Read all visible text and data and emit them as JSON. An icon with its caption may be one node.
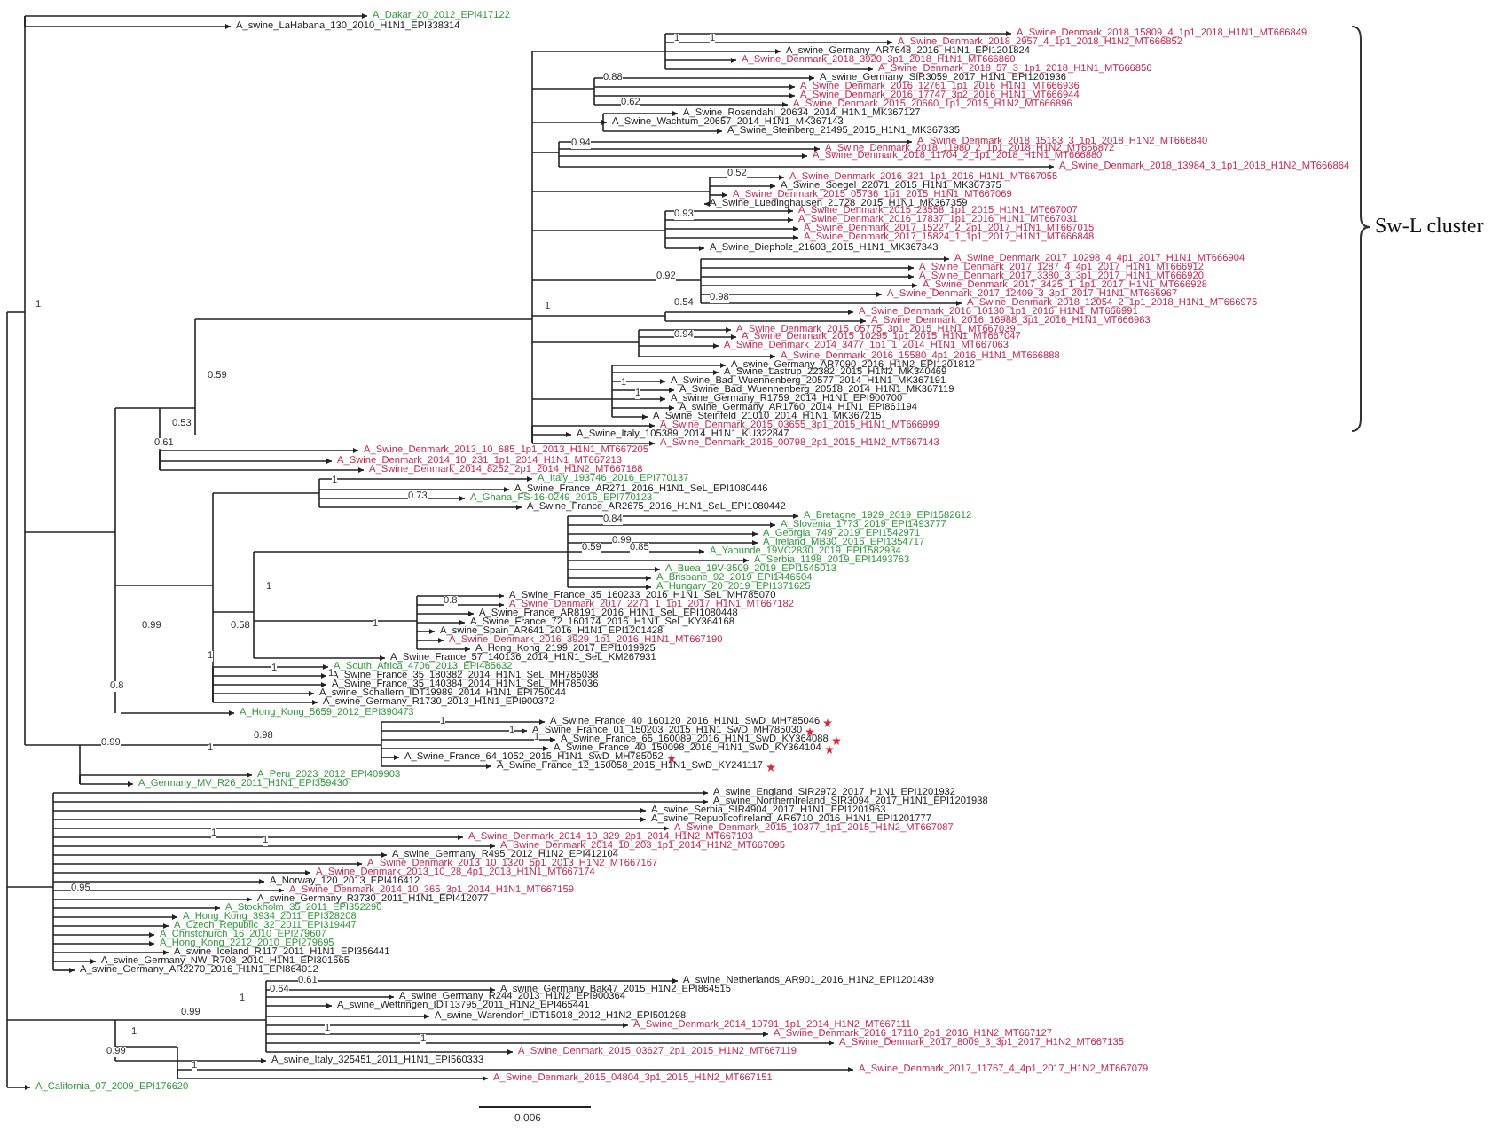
{
  "diagram": {
    "labels": [
      "A_Dakar_20_2012_EPI417122",
      "A_swine_LaHabana_130_2010_H1N1_EPI338314",
      "A_Swine_Denmark_2018_15809_4_1p1_2018_H1N1_MT666849",
      "A_Swine_Denmark_2018_2957_4_1p1_2018_H1N2_MT666852",
      "A_swine_Germany_AR7648_2016_H1N1_EPI1201824",
      "A_Swine_Denmark_2018_3920_3p1_2018_H1N1_MT666860",
      "A_Swine_Denmark_2018_57_3_1p1_2018_H1N1_MT666856",
      "A_swine_Germany_SIR3059_2017_H1N1_EPI1201936",
      "A_Swine_Denmark_2016_12761_1p1_2016_H1N1_MT666936",
      "A_Swine_Denmark_2016_17747_3p2_2016_H1N1_MT666944",
      "A_Swine_Denmark_2015_20660_1p1_2015_H1N2_MT666896",
      "A_Swine_Rosendahl_20634_2014_H1N1_MK367127",
      "A_Swine_Wachtum_20657_2014_H1N1_MK367143",
      "A_Swine_Steinberg_21495_2015_H1N1_MK367335",
      "A_Swine_Denmark_2018_15183_3_1p1_2018_H1N2_MT666840",
      "A_Swine_Denmark_2018_11980_2_1p1_2018_H1N2_MT666872",
      "A_Swine_Denmark_2018_11704_2_1p1_2018_H1N1_MT666880",
      "A_Swine_Denmark_2018_13984_3_1p1_2018_H1N2_MT666864",
      "A_Swine_Denmark_2016_321_1p1_2016_H1N1_MT667055",
      "A_Swine_Soegel_22071_2015_H1N1_MK367375",
      "A_Swine_Denmark_2015_05736_1p1_2015_H1N1_MT667069",
      "A_Swine_Luedinghausen_21728_2015_H1N1_MK367359",
      "A_Swine_Denmark_2015_23558_1p1_2015_H1N1_MT667007",
      "A_Swine_Denmark_2016_17837_1p1_2016_H1N1_MT667031",
      "A_Swine_Denmark_2017_15227_2_2p1_2017_H1N1_MT667015",
      "A_Swine_Denmark_2017_15824_1_1p1_2017_H1N1_MT666848",
      "A_Swine_Diepholz_21603_2015_H1N1_MK367343",
      "A_Swine_Denmark_2017_10298_4_4p1_2017_H1N1_MT666904",
      "A_Swine_Denmark_2017_1287_4_4p1_2017_H1N1_MT666912",
      "A_Swine_Denmark_2017_3380_3_3p1_2017_H1N1_MT666920",
      "A_Swine_Denmark_2017_3425_1_1p1_2017_H1N1_MT666928",
      "A_Swine_Denmark_2017_12409_3_3p1_2017_H1N1_MT666967",
      "A_Swine_Denmark_2018_12054_2_1p1_2018_H1N1_MT666975",
      "A_Swine_Denmark_2016_10130_1p1_2016_H1N1_MT666991",
      "A_Swine_Denmark_2016_16988_3p1_2016_H1N1_MT666983",
      "A_Swine_Denmark_2015_05775_3p1_2015_H1N1_MT667039",
      "A_Swine_Denmark_2015_10295_1p1_2015_H1N1_MT667047",
      "A_Swine_Denmark_2014_3477_1p1_1_2014_H1N1_MT667063",
      "A_Swine_Denmark_2016_15580_4p1_2016_H1N1_MT666888",
      "A_swine_Germany_AR7090_2016_H1N2_EPI1201812",
      "A_Swine_Lastrup_22382_2015_H1N2_MK340469",
      "A_Swine_Bad_Wuennenberg_20577_2014_H1N1_MK367191",
      "A_Swine_Bad_Wuennenberg_20518_2014_H1N1_MK367119",
      "A_swine_Germany_R1759_2014_H1N1_EPI900700",
      "A_swine_Germany_AR1760_2014_H1N1_EPI861194",
      "A_Swine_Steinfeld_21010_2014_H1N1_MK367215",
      "A_Swine_Denmark_2015_03655_3p1_2015_H1N1_MT666999",
      "A_Swine_Italy_105389_2014_H1N1_KU322847",
      "A_Swine_Denmark_2015_00798_2p1_2015_H1N2_MT667143",
      "A_Swine_Denmark_2013_10_685_1p1_2013_H1N1_MT667205",
      "A_Swine_Denmark_2014_10_231_1p1_2014_H1N1_MT667213",
      "A_Swine_Denmark_2014_8252_2p1_2014_H1N2_MT667168",
      "A_Italy_193746_2016_EPI770137",
      "A_Swine_France_AR271_2016_H1N1_SeL_EPI1080446",
      "A_Ghana_FS-16-0249_2016_EPI770123",
      "A_Swine_France_AR2675_2016_H1N1_SeL_EPI1080442",
      "A_Bretagne_1929_2019_EPI1582612",
      "A_Slovenia_1773_2019_EPI1493777",
      "A_Georgia_749_2019_EPI1542971",
      "A_Ireland_MB30_2016_EPI1354717",
      "A_Yaounde_19VC2830_2019_EPI1582934",
      "A_Serbia_1198_2019_EPI1493763",
      "A_Buea_19V-3509_2019_EPI1545013",
      "A_Brisbane_92_2019_EPI1446504",
      "A_Hungary_20_2019_EPI1371625",
      "A_Swine_France_35_160233_2016_H1N1_SeL_MH785070",
      "A_Swine_Denmark_2017_2271_1_1p1_2017_H1N1_MT667182",
      "A_Swine_France_AR8191_2016_H1N1_SeL_EPI1080448",
      "A_Swine_France_72_160174_2016_H1N1_SeL_KY364168",
      "A_swine_Spain_AR641_2016_H1N1_EPI1201428",
      "A_Swine_Denmark_2016_3929_1p1_2016_H1N1_MT667190",
      "A_Hong_Kong_2199_2017_EPI1019925",
      "A_Swine_France_57_140136_2014_H1N1_SeL_KM267931",
      "A_South_Africa_4706_2013_EPI485632",
      "A_Swine_France_35_180382_2014_H1N1_SeL_MH785038",
      "A_Swine_France_35_140384_2014_H1N1_SeL_MH785036",
      "A_swine_Schallern_IDT19989_2014_H1N1_EPI750044",
      "A_swine_Germany_R1730_2013_H1N1_EPI900372",
      "A_Hong_Kong_5659_2012_EPI390473",
      "A_Swine_France_40_160120_2016_H1N1_SwD_MH785046",
      "A_Swine_France_01_150203_2015_H1N1_SwD_MH785030",
      "A_Swine_France_65_160089_2016_H1N1_SwD_KY364088",
      "A_Swine_France_40_150098_2016_H1N1_SwD_KY364104",
      "A_Swine_France_64_1052_2015_H1N1_SwD_MH785052",
      "A_Swine_France_12_150058_2015_H1N1_SwD_KY241117",
      "A_Peru_2023_2012_EPI409903",
      "A_Germany_MV_R26_2011_H1N1_EPI359430",
      "A_swine_England_SIR2972_2017_H1N1_EPI1201932",
      "A_swine_NorthernIreland_SIR3094_2017_H1N1_EPI1201938",
      "A_swine_Serbia_SIR4904_2017_H1N1_EPI1201963",
      "A_swine_RepublicofIreland_AR6710_2016_H1N1_EPI1201777",
      "A_Swine_Denmark_2015_10377_1p1_2015_H1N2_MT667087",
      "A_Swine_Denmark_2014_10_329_2p1_2014_H1N2_MT667103",
      "A_Swine_Denmark_2014_10_203_1p1_2014_H1N2_MT667095",
      "A_swine_Germany_R495_2012_H1N2_EPI412104",
      "A_Swine_Denmark_2013_10_1320_5p1_2013_H1N2_MT667167",
      "A_Swine_Denmark_2013_10_28_4p1_2013_H1N1_MT667174",
      "A_Norway_120_2013_EPI416412",
      "A_Swine_Denmark_2014_10_365_3p1_2014_H1N1_MT667159",
      "A_swine_Germany_R3730_2011_H1N1_EPI412077",
      "A_Stockholm_35_2011_EPI352290",
      "A_Hong_Kong_3934_2011_EPI328208",
      "A_Czech_Republic_32_2011_EPI319447",
      "A_Christchurch_16_2010_EPI279607",
      "A_Hong_Kong_2212_2010_EPI279695",
      "A_swine_Iceland_R117_2011_H1N1_EPI356441",
      "A_swine_Germany_NW_R708_2010_H1N1_EPI301665",
      "A_swine_Germany_AR2270_2016_H1N1_EPI864012",
      "A_swine_Netherlands_AR901_2016_H1N2_EPI1201439",
      "A_swine_Germany_Bak47_2015_H1N2_EPI864515",
      "A_swine_Germany_R244_2013_H1N2_EPI900364",
      "A_swine_Wettringen_IDT13795_2011_H1N2_EPI465441",
      "A_swine_Warendorf_IDT15018_2012_H1N2_EPI501298",
      "A_Swine_Denmark_2014_10791_1p1_2014_H1N2_MT667111",
      "A_Swine_Denmark_2016_17110_2p1_2016_H1N2_MT667127",
      "A_Swine_Denmark_2017_8009_3_3p1_2017_H1N2_MT667135",
      "A_Swine_Denmark_2015_03627_2p1_2015_H1N2_MT667119",
      "A_swine_Italy_325451_2011_H1N1_EPI560333",
      "A_Swine_Denmark_2017_11767_4_4p1_2017_H1N2_MT667079",
      "A_Swine_Denmark_2015_04804_3p1_2015_H1N2_MT667151",
      "A_California_07_2009_EPI176620",
      "1",
      "0.59",
      "0.53",
      "0.61",
      "1",
      "0.88",
      "0.62",
      "0.94",
      "0.52",
      "0.93",
      "0.92",
      "0.98",
      "0.54",
      "0.94",
      "1",
      "1",
      "1",
      "1",
      "1",
      "0.73",
      "0.84",
      "0.59",
      "0.99",
      "0.85",
      "1",
      "0.8",
      "1",
      "0.58",
      "0.99",
      "1",
      "1",
      "1",
      "0.8",
      "1",
      "1",
      "1",
      "0.98",
      "0.99",
      "1",
      "1",
      "1",
      "0.95",
      "0.61",
      "0.64",
      "1",
      "0.99",
      "1",
      "1",
      "1",
      "0.99",
      "1",
      "Sw-L cluster",
      "0.006"
    ]
  }
}
